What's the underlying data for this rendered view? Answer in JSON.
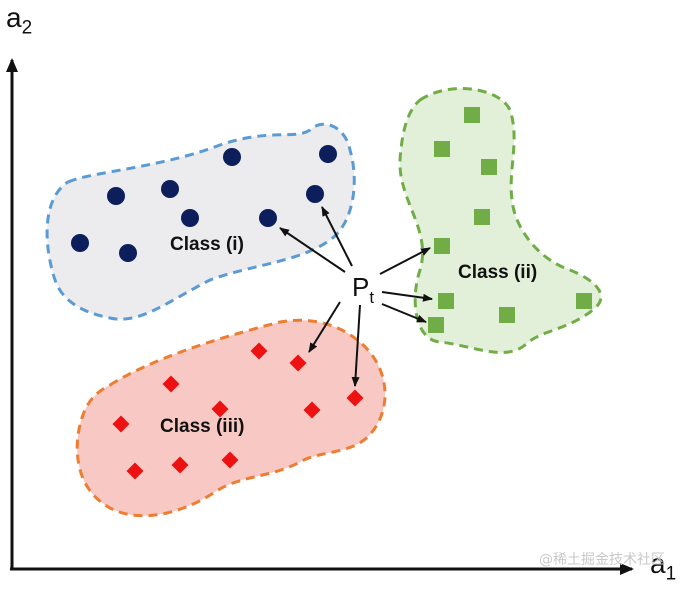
{
  "axes": {
    "x_label": "a",
    "x_sub": "1",
    "y_label": "a",
    "y_sub": "2"
  },
  "point": {
    "label": "P",
    "sub": "t"
  },
  "classes": [
    {
      "id": "i",
      "label": "Class (i)",
      "fill": "#ececee",
      "stroke": "#5b9bd5",
      "marker": "circle",
      "marker_color": "#0c1f5c"
    },
    {
      "id": "ii",
      "label": "Class (ii)",
      "fill": "#e2f0d9",
      "stroke": "#70ad47",
      "marker": "square",
      "marker_color": "#70ad47"
    },
    {
      "id": "iii",
      "label": "Class (iii)",
      "fill": "#f8c9c4",
      "stroke": "#ed7d31",
      "marker": "diamond",
      "marker_color": "#ee1111"
    }
  ],
  "watermark": "@稀土掘金技术社区"
}
